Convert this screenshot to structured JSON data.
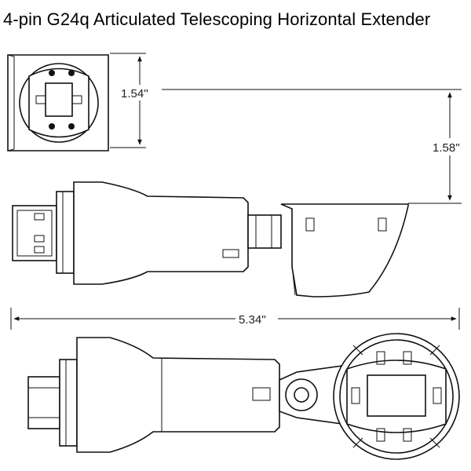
{
  "title": "4-pin G24q Articulated Telescoping Horizontal Extender",
  "dimensions": {
    "width": "1.54''",
    "height": "1.58''",
    "length": "5.34''"
  }
}
